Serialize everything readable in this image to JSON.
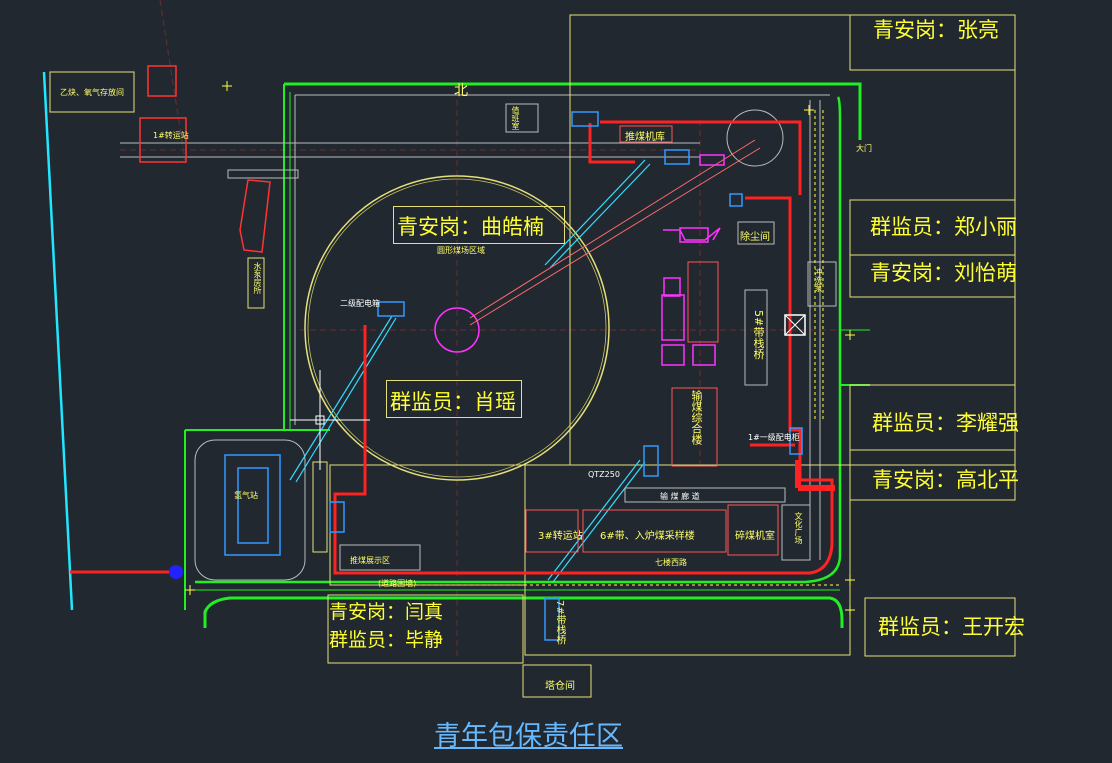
{
  "title": "青年包保责任区",
  "labels": {
    "qa_zhangliang": "青安岗：张亮",
    "qa_quhaonan": "青安岗：曲皓楠",
    "jj_zhengxiaoli": "群监员：郑小丽",
    "qa_liuyimeng": "青安岗：刘怡萌",
    "jj_xiaoyao": "群监员：肖瑶",
    "jj_liyaoqiang": "群监员：李耀强",
    "qa_gaobeiping": "青安岗：高北平",
    "qa_yanzhen": "青安岗：闫真",
    "jj_bijing": "群监员：毕静",
    "jj_wangkaihong": "群监员：王开宏"
  },
  "map": {
    "yiquan_warehouse": "乙炔、氧气存放间",
    "transfer_1": "1#转运站",
    "coal_yard_circle": "圆形煤场区域",
    "coal_drive_garage": "推煤机库",
    "dust_room": "除尘间",
    "belt_trestle_5": "5#带栈桥",
    "coal_building": "输煤综合楼",
    "transfer_3": "3#转运站",
    "sampling_building": "6#带、入炉煤采样楼",
    "crusher_room": "碎煤机室",
    "belt_trestle_7": "7#带栈桥",
    "hydrogen_station": "氢气站",
    "coal_machine_area": "推煤展示区",
    "water_pump_room": "水泵房所",
    "gate": "大门",
    "tower_room": "塔仓间",
    "culture_plaza": "文化广场",
    "duty_room": "值班室",
    "second_level_mcc": "二级配电箱",
    "first_level_mcc": "1#一级配电柜",
    "north": "北",
    "road_south": "(道路围墙)",
    "alley": "七楼西路",
    "flush_pump": "冲洗泵",
    "qtz": "QTZ250",
    "conveyor": "输 煤 廊 道"
  },
  "colors": {
    "background": "#212830",
    "label_yellow": "#ffff33",
    "boundary_green": "#22ee22",
    "road_red": "#ff2222",
    "title_blue": "#66b8ff"
  }
}
